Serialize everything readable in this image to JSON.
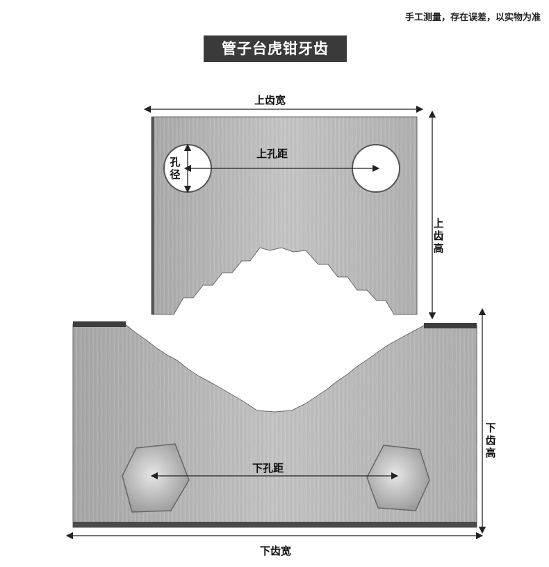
{
  "note": "手工测量，存在误差，以实物为准",
  "title": "管子台虎钳牙齿",
  "labels": {
    "upper_width": "上齿宽",
    "upper_hole_distance": "上孔距",
    "hole_diameter": "孔径",
    "upper_height": "上齿高",
    "lower_hole_distance": "下孔距",
    "lower_height": "下齿高",
    "lower_width": "下齿宽"
  },
  "colors": {
    "metal": "#b7b7b7",
    "metal_dark": "#6e6e6e",
    "title_bg": "#3a3a3a"
  }
}
